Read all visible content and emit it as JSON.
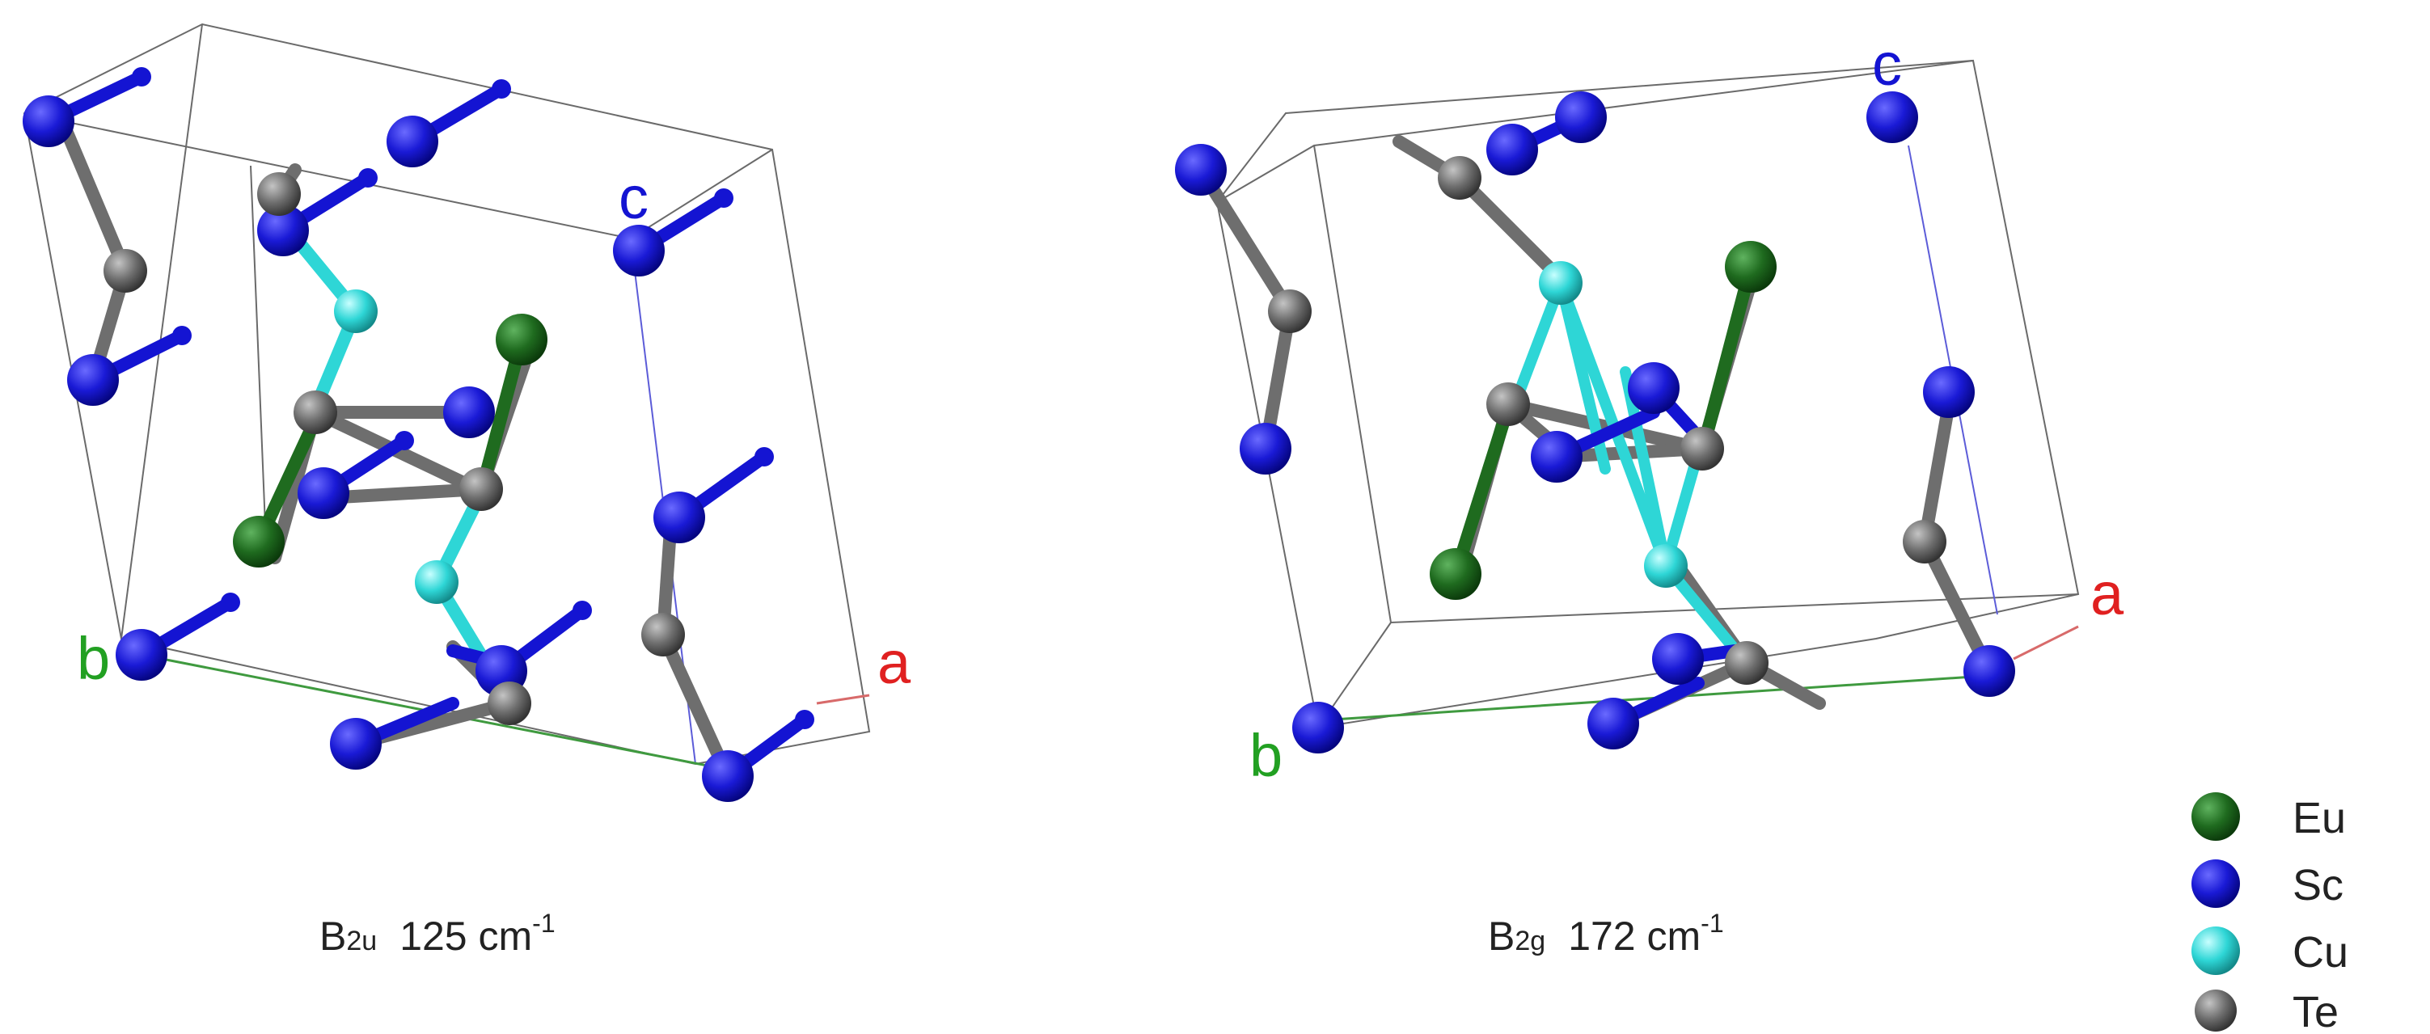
{
  "colors": {
    "Eu": "#1f6b1f",
    "Sc": "#1414d2",
    "Cu": "#2ed6d6",
    "Te": "#6e6e6e",
    "cell_edge": "#6a6a6a",
    "a_axis": "#e02020",
    "b_axis": "#22a022",
    "c_axis": "#1414d2",
    "b_cell_edge": "#3f9a3f",
    "a_cell_edge": "#d86a6a",
    "c_cell_edge": "#5c5cd8"
  },
  "panels": [
    {
      "id": "b2u",
      "axis_labels": {
        "a": "a",
        "b": "b",
        "c": "c"
      },
      "caption": {
        "symbol": "B",
        "sub": "2u",
        "value": "125 cm",
        "sup": "-1"
      }
    },
    {
      "id": "b2g",
      "axis_labels": {
        "a": "a",
        "b": "b",
        "c": "c"
      },
      "caption": {
        "symbol": "B",
        "sub": "2g",
        "value": "172 cm",
        "sup": "-1"
      }
    }
  ],
  "legend": [
    {
      "element": "Eu",
      "label": "Eu",
      "color_key": "Eu"
    },
    {
      "element": "Sc",
      "label": "Sc",
      "color_key": "Sc"
    },
    {
      "element": "Cu",
      "label": "Cu",
      "color_key": "Cu"
    },
    {
      "element": "Te",
      "label": "Te",
      "color_key": "Te"
    }
  ]
}
